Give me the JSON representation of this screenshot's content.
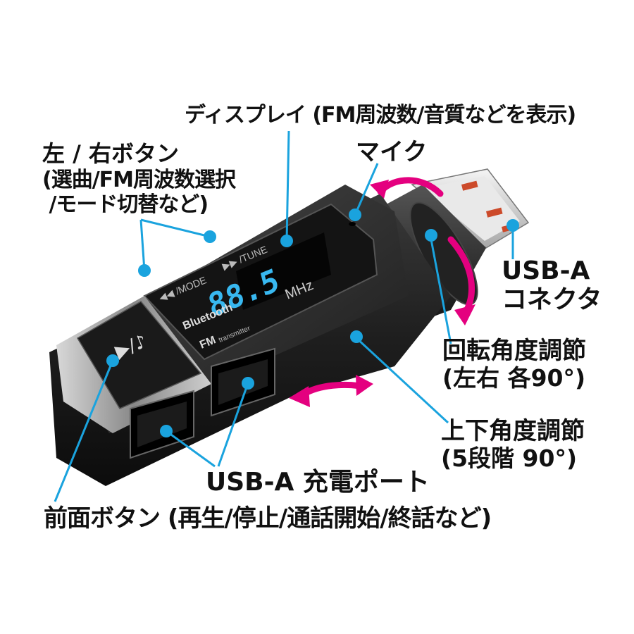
{
  "labels": {
    "display": {
      "main": "ディスプレイ (FM周波数/音質などを表示)"
    },
    "mic": {
      "main": "マイク"
    },
    "lr_buttons": {
      "line1": "左 / 右ボタン",
      "line2": "(選曲/FM周波数選択",
      "line3": " /モード切替など)"
    },
    "usb_connector": {
      "line1": "USB-A",
      "line2": "コネクタ"
    },
    "rotation": {
      "line1": "回転角度調節",
      "line2": "(左右 各90°)"
    },
    "tilt": {
      "line1": "上下角度調節",
      "line2": "(5段階 90°)"
    },
    "usb_ports": {
      "main": "USB-A 充電ポート"
    },
    "front_button": {
      "main": "前面ボタン (再生/停止/通話開始/終話など)"
    }
  },
  "device": {
    "lcd_value": "88.5",
    "lcd_unit": "MHz",
    "mode_label": "◀◀ /MODE",
    "tune_label": "▶▶ /TUNE",
    "brand_line1": "Bluetooth",
    "brand_line2": "FM",
    "brand_line3": "transmitter",
    "front_button_glyph": "▶/♪"
  },
  "colors": {
    "callout": "#1aa3de",
    "arrow": "#e4007f",
    "lcd": "#38b8f0",
    "body": "#2a2a2a"
  }
}
